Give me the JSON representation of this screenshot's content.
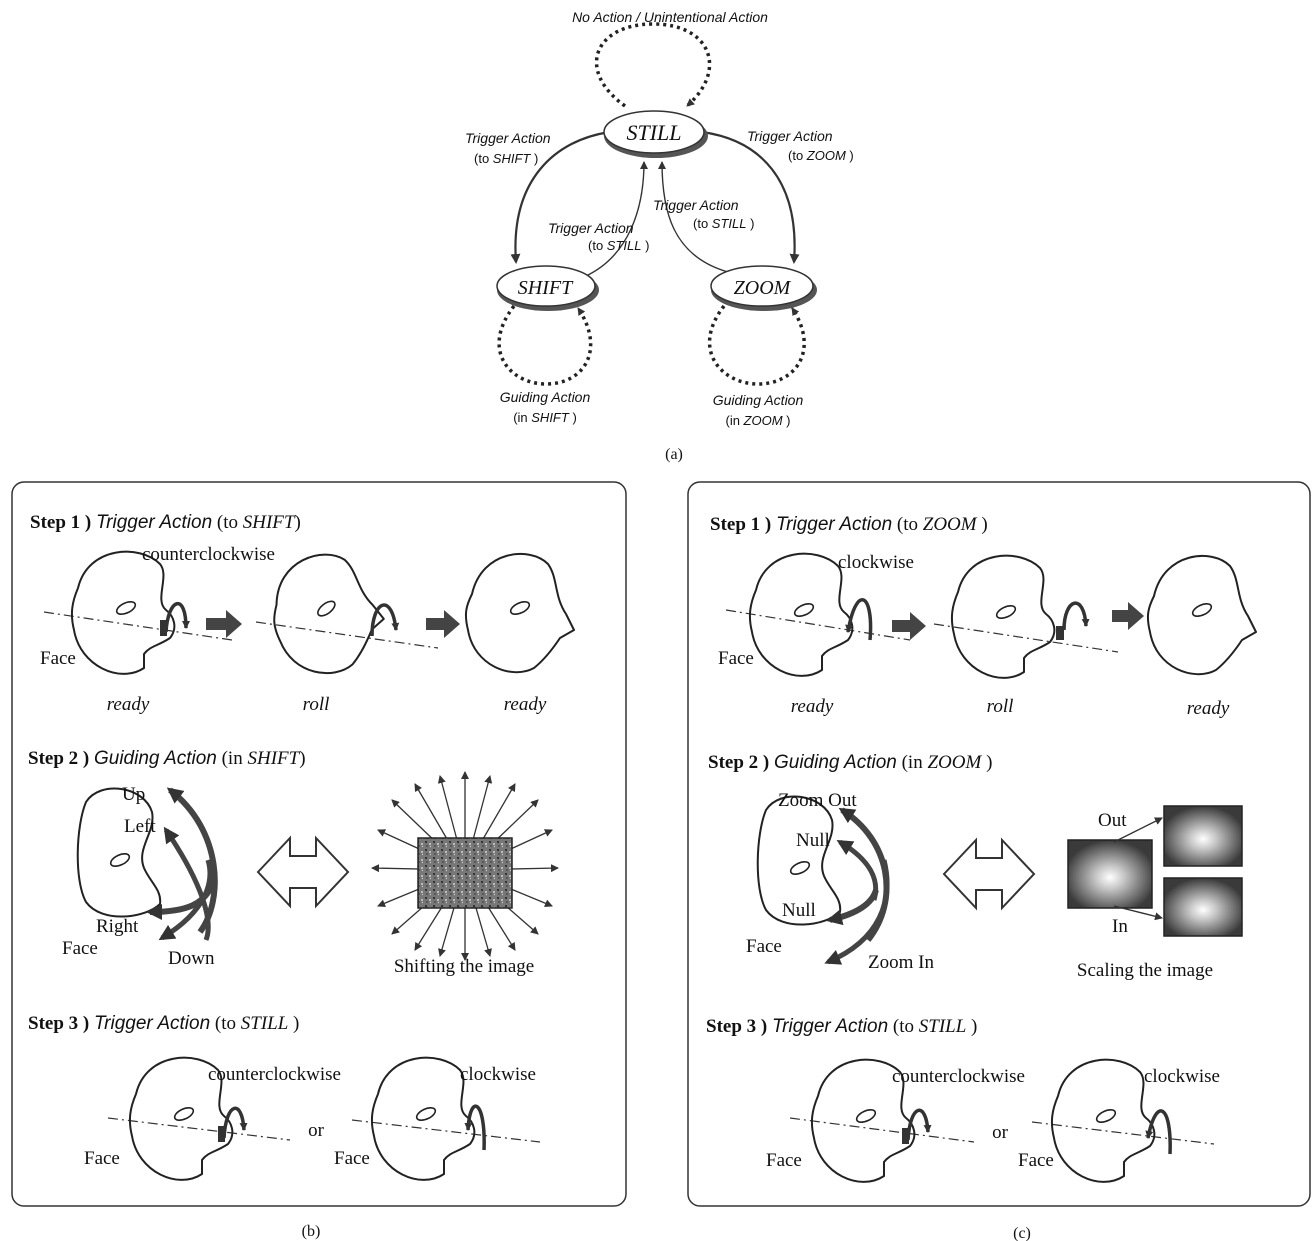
{
  "state_diagram": {
    "caption": "(a)",
    "self_loop_top": "No Action / Unintentional Action",
    "states": {
      "still": "STILL",
      "shift": "SHIFT",
      "zoom": "ZOOM"
    },
    "to_shift": {
      "line1": "Trigger Action",
      "line2_pre": "(to ",
      "line2_em": "SHIFT",
      "line2_post": " )"
    },
    "to_zoom": {
      "line1": "Trigger Action",
      "line2_pre": "(to ",
      "line2_em": "ZOOM",
      "line2_post": " )"
    },
    "shift_to_still": {
      "line1": "Trigger Action",
      "line2_pre": "(to ",
      "line2_em": "STILL",
      "line2_post": " )"
    },
    "zoom_to_still": {
      "line1": "Trigger Action",
      "line2_pre": "(to ",
      "line2_em": "STILL",
      "line2_post": " )"
    },
    "shift_loop": {
      "line1": "Guiding Action",
      "line2_pre": "(in ",
      "line2_em": "SHIFT",
      "line2_post": " )"
    },
    "zoom_loop": {
      "line1": "Guiding Action",
      "line2_pre": "(in ",
      "line2_em": "ZOOM",
      "line2_post": " )"
    }
  },
  "panel_b": {
    "caption": "(b)",
    "step1": {
      "prefix": "Step 1 ) ",
      "action": "Trigger Action",
      "paren_pre": " (to ",
      "paren_em": "SHIFT",
      "paren_post": ")"
    },
    "step1_rotation": "counterclockwise",
    "face_label": "Face",
    "poses": [
      "ready",
      "roll",
      "ready"
    ],
    "step2": {
      "prefix": "Step 2 ) ",
      "action": "Guiding Action",
      "paren_pre": " (in ",
      "paren_em": "SHIFT",
      "paren_post": ")"
    },
    "directions": {
      "up": "Up",
      "left": "Left",
      "right": "Right",
      "down": "Down"
    },
    "result": "Shifting the image",
    "step3": {
      "prefix": "Step 3 ) ",
      "action": "Trigger Action",
      "paren_pre": " (to ",
      "paren_em": "STILL",
      "paren_post": " )"
    },
    "step3_left": "counterclockwise",
    "step3_or": "or",
    "step3_right": "clockwise"
  },
  "panel_c": {
    "caption": "(c)",
    "step1": {
      "prefix": "Step 1 ) ",
      "action": "Trigger Action",
      "paren_pre": " (to ",
      "paren_em": "ZOOM",
      "paren_post": " )"
    },
    "step1_rotation": "clockwise",
    "face_label": "Face",
    "poses": [
      "ready",
      "roll",
      "ready"
    ],
    "step2": {
      "prefix": "Step 2 ) ",
      "action": "Guiding Action",
      "paren_pre": " (in ",
      "paren_em": "ZOOM",
      "paren_post": " )"
    },
    "directions": {
      "zoom_out": "Zoom Out",
      "null_top": "Null",
      "null_bottom": "Null",
      "zoom_in": "Zoom In"
    },
    "scale_out": "Out",
    "scale_in": "In",
    "result": "Scaling the image",
    "step3": {
      "prefix": "Step 3 ) ",
      "action": "Trigger Action",
      "paren_pre": " (to ",
      "paren_em": "STILL",
      "paren_post": " )"
    },
    "step3_left": "counterclockwise",
    "step3_or": "or",
    "step3_right": "clockwise"
  }
}
